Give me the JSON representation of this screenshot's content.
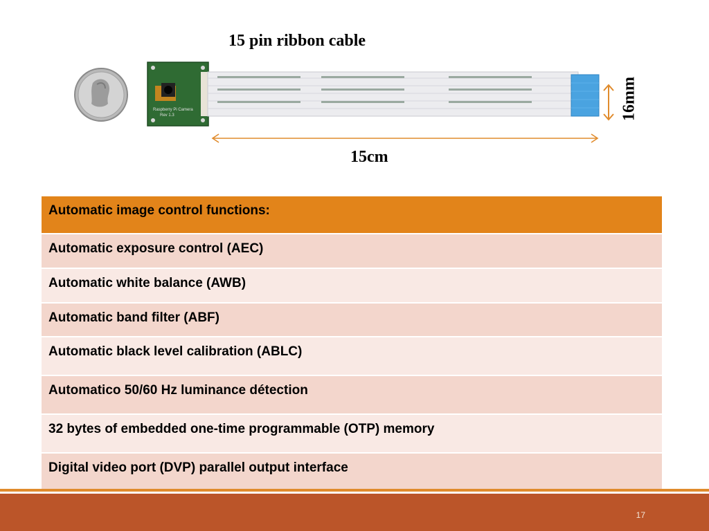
{
  "illustration": {
    "cable_title": "15 pin ribbon cable",
    "length_label": "15cm",
    "width_label": "16mm",
    "board_text_line1": "Raspberry Pi Camera",
    "board_text_line2": "Rev 1.3"
  },
  "table": {
    "header": "Automatic image control functions:",
    "rows": [
      "Automatic exposure control (AEC)",
      "Automatic white balance (AWB)",
      "Automatic band filter (ABF)",
      "Automatic black level calibration (ABLC)",
      "Automatico 50/60 Hz luminance détection",
      "32 bytes of embedded one-time programmable (OTP) memory",
      "Digital video port (DVP) parallel output interface"
    ]
  },
  "footer": {
    "page_number": "17"
  },
  "colors": {
    "header_orange": "#e2841a",
    "row_odd": "#f3d6cc",
    "row_even": "#f9e9e4",
    "footer_brown": "#bb5529",
    "arrow_orange": "#e08b2c"
  }
}
